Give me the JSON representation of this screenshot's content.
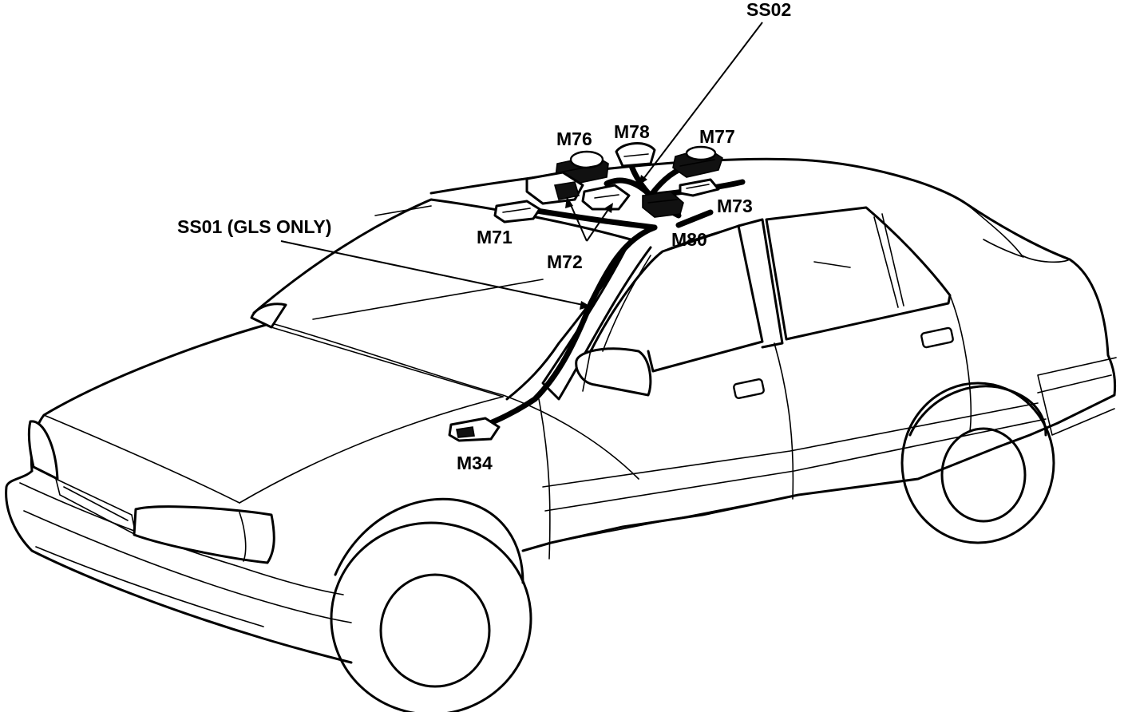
{
  "labels": {
    "ss02": "SS02",
    "m76": "M76",
    "m78": "M78",
    "m77": "M77",
    "m73": "M73",
    "m71": "M71",
    "m80": "M80",
    "m72": "M72",
    "ss01": "SS01 (GLS ONLY)",
    "m34": "M34"
  }
}
